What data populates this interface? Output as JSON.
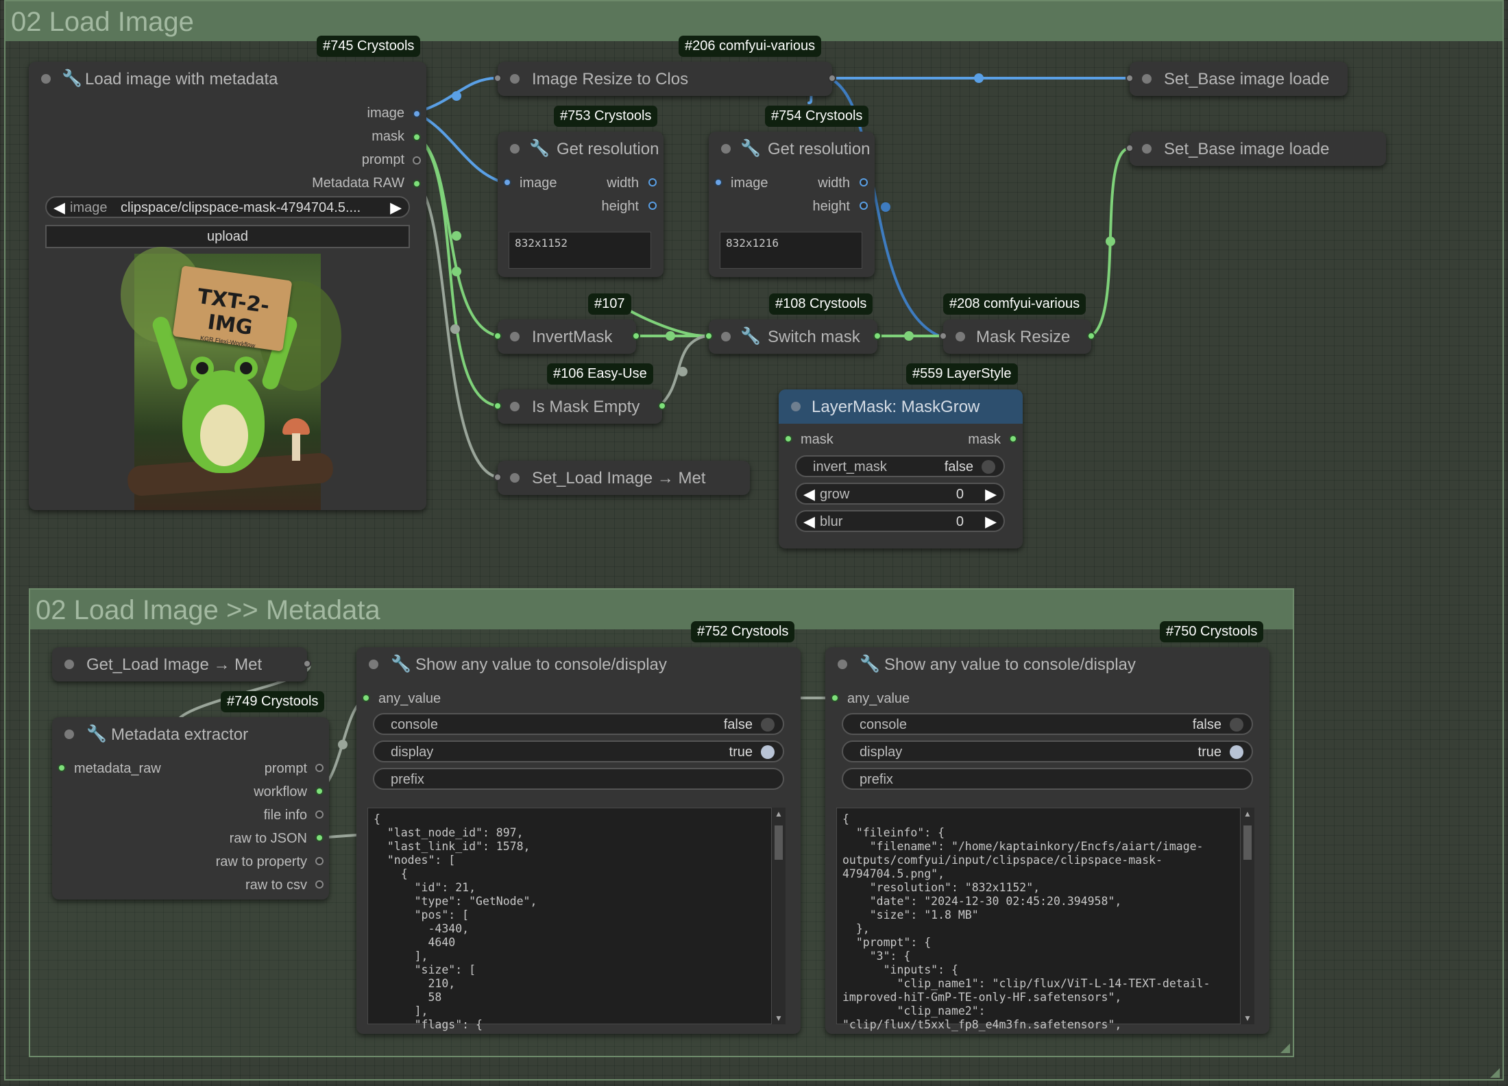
{
  "groups": {
    "main": {
      "title": "02 Load Image"
    },
    "metadata": {
      "title": "02 Load Image >> Metadata"
    }
  },
  "badges": {
    "b745": "#745 Crystools",
    "b206": "#206 comfyui-various",
    "b753": "#753 Crystools",
    "b754": "#754 Crystools",
    "b107": "#107",
    "b108": "#108 Crystools",
    "b208": "#208 comfyui-various",
    "b106": "#106 Easy-Use",
    "b559": "#559 LayerStyle",
    "b752": "#752 Crystools",
    "b750": "#750 Crystools",
    "b749": "#749 Crystools"
  },
  "load_image": {
    "title": "Load image with metadata",
    "outputs": [
      "image",
      "mask",
      "prompt",
      "Metadata RAW"
    ],
    "image_label": "image",
    "image_value": "clipspace/clipspace-mask-4794704.5....",
    "upload_label": "upload",
    "preview": {
      "sign_line1": "TXT-2-IMG",
      "sign_line2": "KGR Flexi-Workflow"
    }
  },
  "image_resize": {
    "title": "Image Resize to Clos"
  },
  "set_base_1": {
    "title": "Set_Base image loade"
  },
  "set_base_2": {
    "title": "Set_Base image loade"
  },
  "get_res_1": {
    "title": "Get resolution",
    "input": "image",
    "out_width": "width",
    "out_height": "height",
    "value": "832x1152"
  },
  "get_res_2": {
    "title": "Get resolution",
    "input": "image",
    "out_width": "width",
    "out_height": "height",
    "value": "832x1216"
  },
  "invert_mask": {
    "title": "InvertMask"
  },
  "switch_mask": {
    "title": "Switch mask"
  },
  "mask_resize": {
    "title": "Mask Resize"
  },
  "is_mask_empty": {
    "title": "Is Mask Empty"
  },
  "set_load_image": {
    "title": "Set_Load Image → Met"
  },
  "mask_grow": {
    "title": "LayerMask: MaskGrow",
    "input": "mask",
    "output": "mask",
    "invert_label": "invert_mask",
    "invert_value": "false",
    "grow_label": "grow",
    "grow_value": "0",
    "blur_label": "blur",
    "blur_value": "0"
  },
  "get_load_image": {
    "title": "Get_Load Image → Met"
  },
  "metadata_extractor": {
    "title": "Metadata extractor",
    "input": "metadata_raw",
    "outputs": [
      "prompt",
      "workflow",
      "file info",
      "raw to JSON",
      "raw to property",
      "raw to csv"
    ]
  },
  "show_752": {
    "title": "Show any value to console/display",
    "input": "any_value",
    "console_label": "console",
    "console_value": "false",
    "display_label": "display",
    "display_value": "true",
    "prefix_label": "prefix",
    "text": "{\n  \"last_node_id\": 897,\n  \"last_link_id\": 1578,\n  \"nodes\": [\n    {\n      \"id\": 21,\n      \"type\": \"GetNode\",\n      \"pos\": [\n        -4340,\n        4640\n      ],\n      \"size\": [\n        210,\n        58\n      ],\n      \"flags\": {"
  },
  "show_750": {
    "title": "Show any value to console/display",
    "input": "any_value",
    "console_label": "console",
    "console_value": "false",
    "display_label": "display",
    "display_value": "true",
    "prefix_label": "prefix",
    "text": "{\n  \"fileinfo\": {\n    \"filename\": \"/home/kaptainkory/Encfs/aiart/image-\noutputs/comfyui/input/clipspace/clipspace-mask-\n4794704.5.png\",\n    \"resolution\": \"832x1152\",\n    \"date\": \"2024-12-30 02:45:20.394958\",\n    \"size\": \"1.8 MB\"\n  },\n  \"prompt\": {\n    \"3\": {\n      \"inputs\": {\n        \"clip_name1\": \"clip/flux/ViT-L-14-TEXT-detail-\nimproved-hiT-GmP-TE-only-HF.safetensors\",\n        \"clip_name2\":\n\"clip/flux/t5xxl_fp8_e4m3fn.safetensors\","
  },
  "colors": {
    "image_link": "#5aa0e6",
    "mask_link": "#7fd27a",
    "gray_link": "#9aa59a",
    "selected_title": "#2d4f6e"
  },
  "icons": {
    "wrench": "wrench-icon"
  }
}
